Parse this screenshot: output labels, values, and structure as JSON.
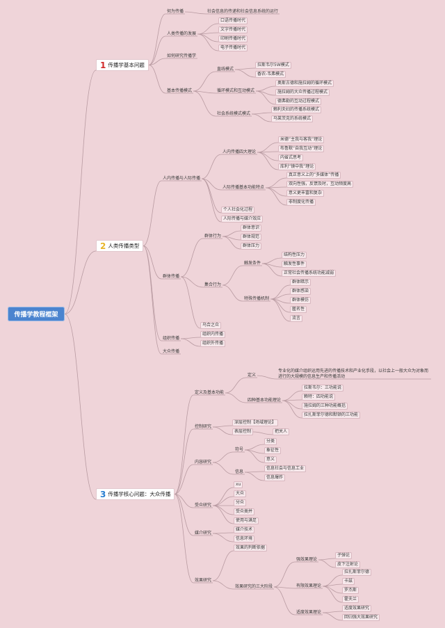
{
  "colors": {
    "background": "#efd4d9",
    "root": "#4b84cf",
    "line": "#b89aa1",
    "num1": "#d12a2a",
    "num2": "#e8b52a",
    "num3": "#2a7fd1"
  },
  "root": "传播学教程框架",
  "sections": [
    {
      "num": "1",
      "label": "传播学基本问题"
    },
    {
      "num": "2",
      "label": "人类传播类型"
    },
    {
      "num": "3",
      "label": "传播学核心问题：大众传播"
    }
  ],
  "nodes": {
    "n1": "何为传播",
    "n2": "社会信息的传递和社会信息系统的运行",
    "n3": "人类传播的发展",
    "n4": "口语传播时代",
    "n5": "文字传播时代",
    "n6": "印刷传播时代",
    "n7": "电子传播时代",
    "n8": "如何研究传播学",
    "n9": "基本传播模式",
    "n10": "直线模式",
    "n11": "拉斯韦尔5W模式",
    "n12": "香农-韦弗模式",
    "n13": "循环模式和互动模式",
    "n14": "奥斯古德和施拉姆的循环模式",
    "n15": "施拉姆的大众传播过程模式",
    "n16": "德弗勒的互动过程模式",
    "n17": "社会系统模式模式",
    "n18": "赖利夫妇的传播系统模式",
    "n19": "马莱茨克的系统模式",
    "n20": "人内传播与人际传播",
    "n21": "人内传播四大理论",
    "n22": "米德“主我与客我”理论",
    "n23": "布鲁默“自我互动”理论",
    "n24": "内省式思考",
    "n25": "库利“镜中我”理论",
    "n26": "人际传播基本功能特点",
    "n27": "真正意义上的“多媒体”传播",
    "n28": "双向性强，反馈及时，互动频度高",
    "n29": "意义更丰富和复杂",
    "n30": "非制度化传播",
    "n31": "个人社会化过程",
    "n32": "人际传播与媒介效应",
    "n33": "群体传播",
    "n34": "群体行为",
    "n35": "群体意识",
    "n36": "群体规范",
    "n37": "群体压力",
    "n38": "集合行为",
    "n39": "触发条件",
    "n40": "结构性压力",
    "n41": "触发性事件",
    "n42": "正常社会传播系统功能减弱",
    "n43": "特殊传播机制",
    "n44": "群体暗示",
    "n45": "群体感染",
    "n46": "群体模仿",
    "n47": "匿名性",
    "n48": "流言",
    "n49": "乌合之众",
    "n50": "组织传播",
    "n51": "组织内传播",
    "n52": "组织外传播",
    "n53": "大众传播",
    "n54": "定义及基本功能",
    "n55": "定义",
    "n56": "专业化的媒介组织运用先进的传播技术和产业化手段，以社会上一般大众为对象而进行的大规模的信息生产和传播活动",
    "n57": "四种基本功能理论",
    "n58": "拉斯韦尔：三功能说",
    "n59": "赖特：四功能说",
    "n60": "施拉姆的三种功能概括",
    "n61": "拉扎斯菲尔德和默顿的三功能",
    "n62": "控制研究",
    "n63": "深层控制【场域理论】",
    "n64": "表层控制",
    "n65": "把关人",
    "n66": "内容研究",
    "n67": "符号",
    "n68": "分类",
    "n69": "象征性",
    "n70": "意义",
    "n71": "信息",
    "n72": "信息社会与信息工业",
    "n73": "信息爆炸",
    "n74": "受众研究",
    "n75": "xu",
    "n76": "大众",
    "n77": "分众",
    "n78": "受众类并",
    "n79": "使用与满足",
    "n80": "媒介研究",
    "n81": "媒介技术",
    "n82": "信息环境",
    "n83": "效果研究",
    "n84": "效果的判断依据",
    "n85": "效果研究的三大阶段",
    "n86": "强效果理论",
    "n87": "子弹论",
    "n88": "皮下注射论",
    "n89": "有限效果理论",
    "n90": "拉扎斯菲尔德",
    "n91": "卡兹",
    "n92": "罗杰斯",
    "n93": "霍夫兰",
    "n94": "适度效果理论",
    "n95": "适度效果研究",
    "n96": "回归强大效果研究"
  }
}
